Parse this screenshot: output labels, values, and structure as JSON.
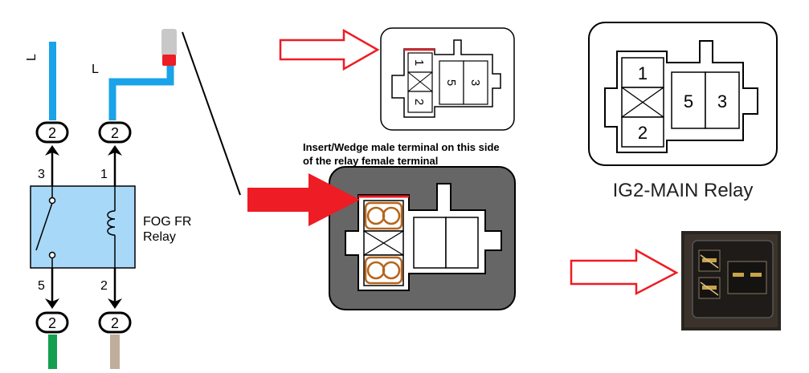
{
  "schematic": {
    "wire_top_left_label": "L",
    "wire_top_right_label": "L",
    "connector_numbers": [
      "2",
      "2",
      "2",
      "2"
    ],
    "pin_labels": {
      "p3": "3",
      "p1": "1",
      "p5": "5",
      "p2": "2"
    },
    "relay_name_line1": "FOG FR",
    "relay_name_line2": "Relay",
    "colors": {
      "wire_blue": "#1aa3e8",
      "wire_green": "#14a050",
      "wire_tan": "#bfae9c",
      "relay_fill": "#a8d8f8",
      "arrow_red": "#ee1c24"
    }
  },
  "small_diagram": {
    "pins": {
      "p1": "1",
      "p2": "2",
      "p3": "3",
      "p5": "5"
    }
  },
  "large_diagram": {
    "pins": {
      "p1": "1",
      "p2": "2",
      "p5": "5",
      "p3": "3"
    },
    "caption": "IG2-MAIN Relay"
  },
  "dark_diagram": {
    "note_line1": "Insert/Wedge male terminal on this side",
    "note_line2": "of the relay female terminal"
  },
  "photo": {
    "icon": "relay-socket-photo-icon"
  }
}
